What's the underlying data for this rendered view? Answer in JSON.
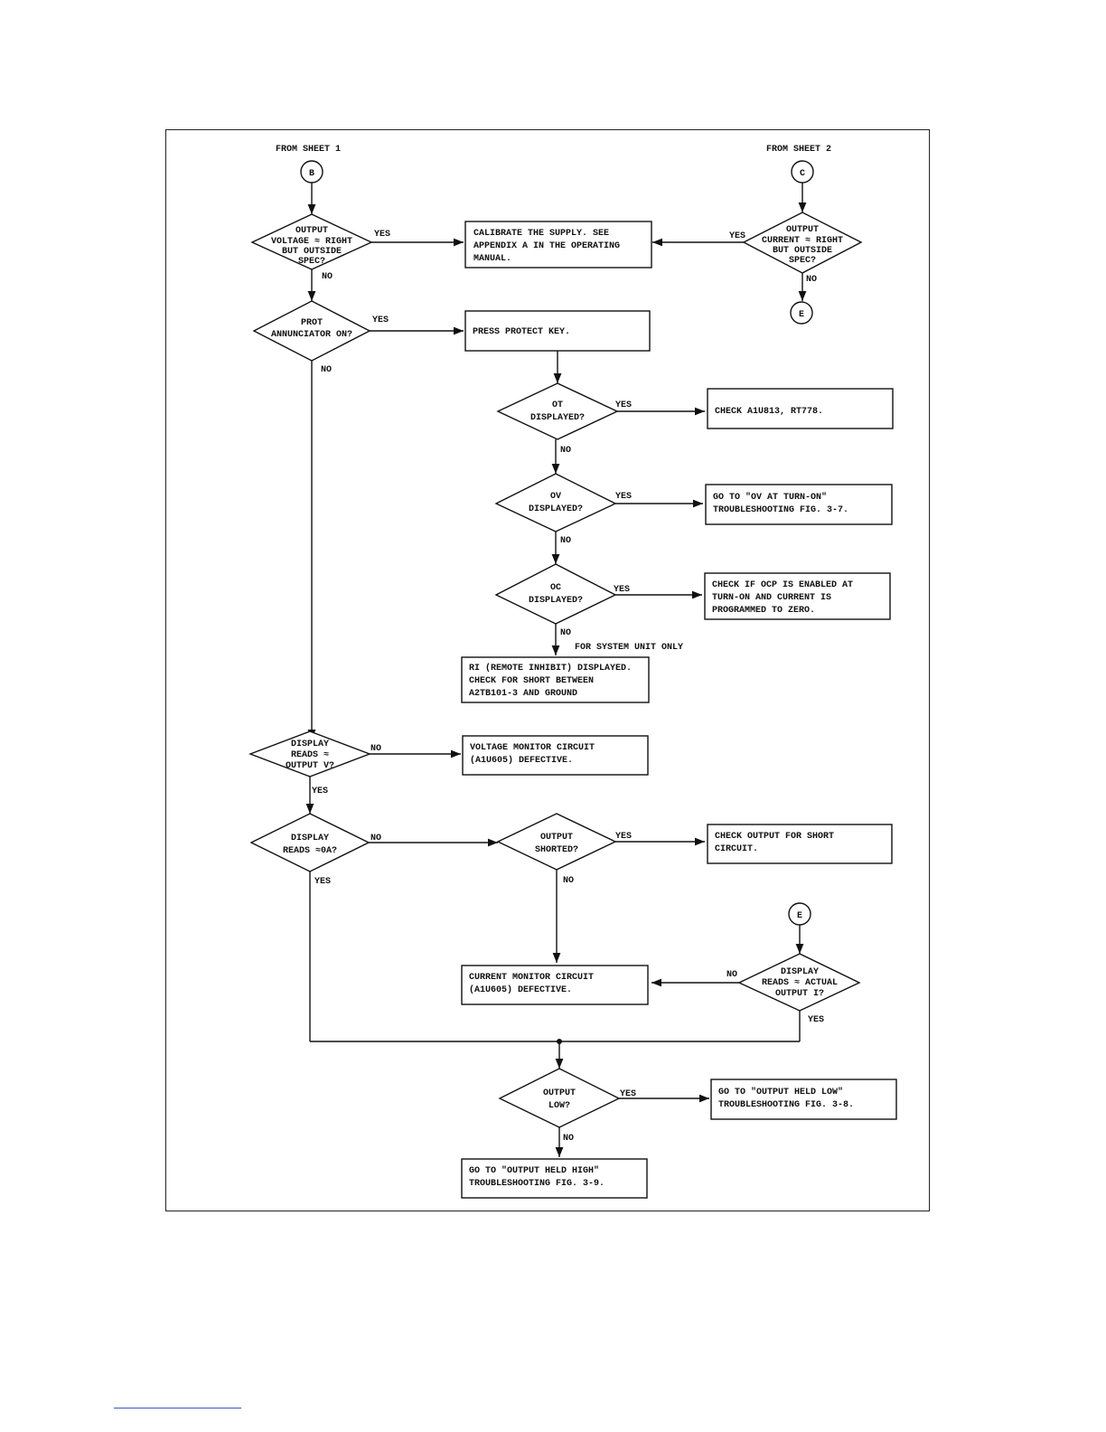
{
  "sheet": {
    "from_sheet_1": "FROM SHEET 1",
    "from_sheet_2": "FROM SHEET 2"
  },
  "connectors": {
    "B": "B",
    "C": "C",
    "E": "E"
  },
  "labels": {
    "yes": "YES",
    "no": "NO",
    "system_note": "FOR SYSTEM UNIT ONLY"
  },
  "decisions": {
    "output_voltage": [
      "OUTPUT",
      "VOLTAGE ≈ RIGHT",
      "BUT OUTSIDE",
      "SPEC?"
    ],
    "output_current": [
      "OUTPUT",
      "CURRENT ≈ RIGHT",
      "BUT OUTSIDE",
      "SPEC?"
    ],
    "prot": [
      "PROT",
      "ANNUNCIATOR ON?"
    ],
    "ot": [
      "OT",
      "DISPLAYED?"
    ],
    "ov": [
      "OV",
      "DISPLAYED?"
    ],
    "oc": [
      "OC",
      "DISPLAYED?"
    ],
    "display_v": [
      "DISPLAY",
      "READS ≈",
      "OUTPUT V?"
    ],
    "display_0a": [
      "DISPLAY",
      "READS ≈0A?"
    ],
    "shorted": [
      "OUTPUT",
      "SHORTED?"
    ],
    "display_i": [
      "DISPLAY",
      "READS ≈ ACTUAL",
      "OUTPUT I?"
    ],
    "low": [
      "OUTPUT",
      "LOW?"
    ]
  },
  "boxes": {
    "calibrate": [
      "CALIBRATE THE SUPPLY. SEE",
      "APPENDIX A IN THE OPERATING",
      "MANUAL."
    ],
    "protect": [
      "PRESS PROTECT KEY."
    ],
    "check_ot": [
      "CHECK A1U813, RT778."
    ],
    "ov": [
      "GO TO \"OV AT TURN-ON\"",
      "TROUBLESHOOTING FIG. 3-7."
    ],
    "ocp": [
      "CHECK IF OCP IS ENABLED AT",
      "TURN-ON AND CURRENT IS",
      "PROGRAMMED TO ZERO."
    ],
    "ri": [
      "RI (REMOTE INHIBIT) DISPLAYED.",
      "CHECK FOR SHORT BETWEEN",
      "A2TB101-3 AND GROUND"
    ],
    "vmon": [
      "VOLTAGE MONITOR CIRCUIT",
      "(A1U605) DEFECTIVE."
    ],
    "short": [
      "CHECK OUTPUT FOR SHORT",
      "CIRCUIT."
    ],
    "imon": [
      "CURRENT MONITOR CIRCUIT",
      "(A1U605) DEFECTIVE."
    ],
    "held_low": [
      "GO TO \"OUTPUT HELD LOW\"",
      "TROUBLESHOOTING FIG. 3-8."
    ],
    "held_high": [
      "GO TO \"OUTPUT HELD HIGH\"",
      "TROUBLESHOOTING FIG. 3-9."
    ]
  }
}
